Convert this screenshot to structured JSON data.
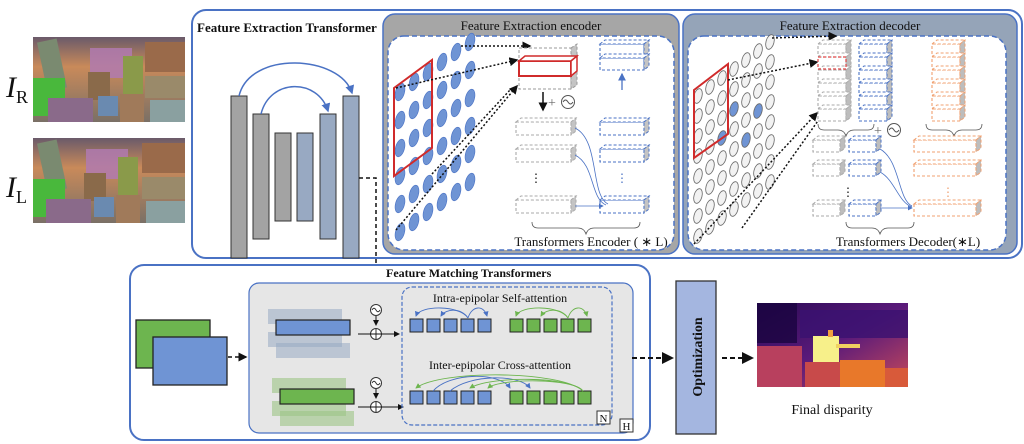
{
  "inputs": {
    "right_label_main": "I",
    "right_label_sub": "R",
    "left_label_main": "I",
    "left_label_sub": "L"
  },
  "feature_extraction": {
    "title": "Feature Extraction Transformer",
    "encoder": {
      "title": "Feature Extraction encoder",
      "caption": "Transformers Encoder ( ∗ L)"
    },
    "decoder": {
      "title": "Feature Extraction decoder",
      "caption": "Transformers Decoder(∗L)"
    }
  },
  "feature_matching": {
    "title": "Feature Matching  Transformers",
    "self_attention_label": "Intra-epipolar Self-attention",
    "cross_attention_label": "Inter-epipolar Cross-attention",
    "repeat_n_label": "N",
    "repeat_h_label": "H"
  },
  "optimization": {
    "label": "Optimization"
  },
  "output": {
    "caption": "Final disparity"
  },
  "colors": {
    "frame_blue": "#4a72c4",
    "token_blue": "#6f94d4",
    "token_green": "#6db54f",
    "encoder_bg": "#a6a6a6",
    "decoder_bg": "#95a4b8",
    "bar_gray": "#a3a3a3",
    "bar_blue": "#98a9c2",
    "patch_red": "#d02b2b",
    "orange": "#f0a070",
    "opt_fill": "#a4b6e0"
  }
}
